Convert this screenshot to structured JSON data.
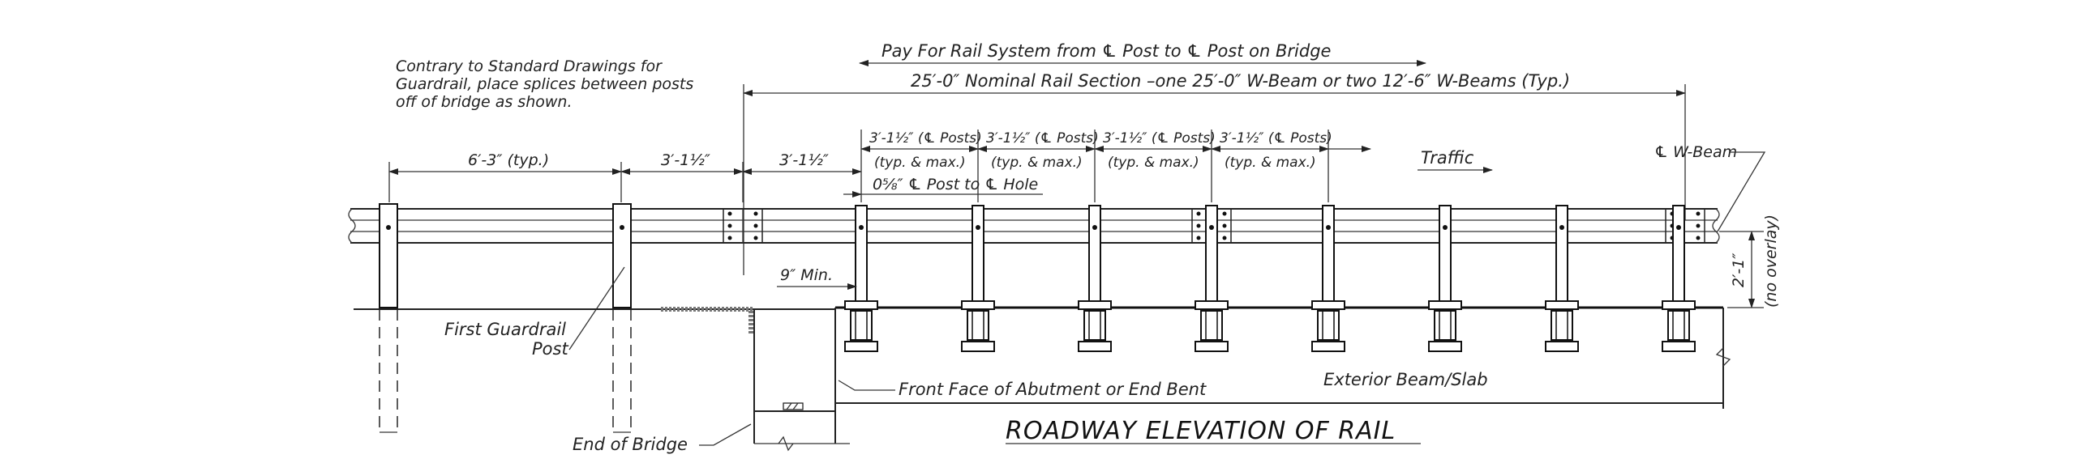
{
  "notes": {
    "splice_note": [
      "Contrary to Standard Drawings for",
      "Guardrail, place splices between posts",
      "off of bridge as shown."
    ]
  },
  "dimensions": {
    "pay_rail": "Pay For Rail System from ℄ Post to ℄ Post on Bridge",
    "nominal_rail": "25′-0″ Nominal Rail Section –one 25′-0″ W-Beam or two 12′-6″ W-Beams (Typ.)",
    "post_spacing_typ": "6′-3″ (typ.)",
    "offset_1": "3′-1½″",
    "offset_2": "3′-1½″",
    "bridge_spacing": [
      {
        "line1": "3′-1½″ (℄ Posts)",
        "line2": "(typ. & max.)"
      },
      {
        "line1": "3′-1½″ (℄ Posts)",
        "line2": "(typ. & max.)"
      },
      {
        "line1": "3′-1½″ (℄ Posts)",
        "line2": "(typ. & max.)"
      },
      {
        "line1": "3′-1½″ (℄ Posts)",
        "line2": "(typ. & max.)"
      }
    ],
    "post_to_hole": "0⅝″ ℄ Post to ℄ Hole",
    "min_edge": "9″ Min.",
    "rail_height": "2′-1″",
    "no_overlay": "(no overlay)"
  },
  "labels": {
    "traffic": "Traffic",
    "cl_wbeam": "℄ W-Beam",
    "first_post": [
      "First Guardrail",
      "Post"
    ],
    "abutment": "Front Face of Abutment or End Bent",
    "beam_slab": "Exterior Beam/Slab",
    "end_of_bridge": "End of Bridge",
    "title": "ROADWAY ELEVATION OF RAIL"
  }
}
